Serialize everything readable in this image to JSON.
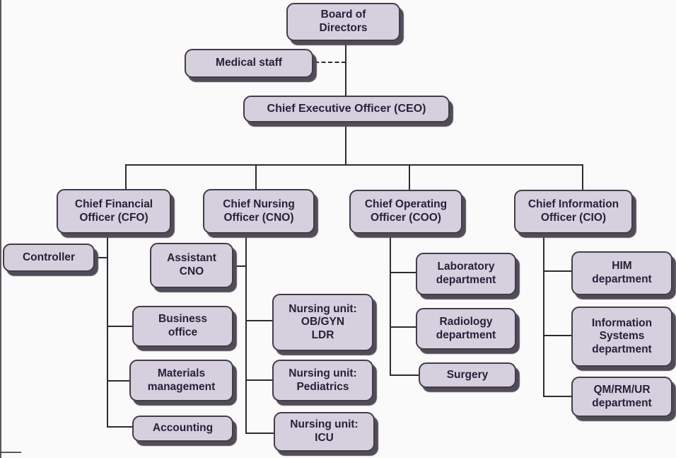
{
  "figure": {
    "type": "organizational-chart",
    "subject": "Hospital administration organizational structure"
  },
  "palette": {
    "background": "#fbfafb",
    "box_fill": "#d5cfde",
    "box_border": "#423d48",
    "box_shadow": "#514c58",
    "connector_line": "#2e2b33",
    "text": "#262239"
  },
  "nodes": {
    "board": {
      "label": "Board of\nDirectors"
    },
    "medical_staff": {
      "label": "Medical staff"
    },
    "ceo": {
      "label": "Chief Executive Officer (CEO)"
    },
    "cfo": {
      "label": "Chief Financial\nOfficer (CFO)"
    },
    "cno": {
      "label": "Chief Nursing\nOfficer (CNO)"
    },
    "coo": {
      "label": "Chief Operating\nOfficer (COO)"
    },
    "cio": {
      "label": "Chief Information\nOfficer (CIO)"
    },
    "controller": {
      "label": "Controller"
    },
    "assistant_cno": {
      "label": "Assistant\nCNO"
    },
    "business_office": {
      "label": "Business\noffice"
    },
    "materials_management": {
      "label": "Materials\nmanagement"
    },
    "accounting": {
      "label": "Accounting"
    },
    "nursing_obgyn": {
      "label": "Nursing unit:\nOB/GYN\nLDR"
    },
    "nursing_pediatrics": {
      "label": "Nursing unit:\nPediatrics"
    },
    "nursing_icu": {
      "label": "Nursing unit:\nICU"
    },
    "laboratory": {
      "label": "Laboratory\ndepartment"
    },
    "radiology": {
      "label": "Radiology\ndepartment"
    },
    "surgery": {
      "label": "Surgery"
    },
    "him": {
      "label": "HIM\ndepartment"
    },
    "info_systems": {
      "label": "Information\nSystems\ndepartment"
    },
    "qmrmur": {
      "label": "QM/RM/UR\ndepartment"
    }
  },
  "edges": [
    {
      "from": "board",
      "to": "ceo",
      "style": "solid"
    },
    {
      "from": "medical_staff",
      "to": "board-ceo-connector",
      "style": "dashed"
    },
    {
      "from": "ceo",
      "to": "cfo",
      "style": "solid"
    },
    {
      "from": "ceo",
      "to": "cno",
      "style": "solid"
    },
    {
      "from": "ceo",
      "to": "coo",
      "style": "solid"
    },
    {
      "from": "ceo",
      "to": "cio",
      "style": "solid"
    },
    {
      "from": "cfo",
      "to": "controller",
      "style": "solid"
    },
    {
      "from": "cfo",
      "to": "business_office",
      "style": "solid"
    },
    {
      "from": "cfo",
      "to": "materials_management",
      "style": "solid"
    },
    {
      "from": "cfo",
      "to": "accounting",
      "style": "solid"
    },
    {
      "from": "cno",
      "to": "assistant_cno",
      "style": "solid"
    },
    {
      "from": "cno",
      "to": "nursing_obgyn",
      "style": "solid"
    },
    {
      "from": "cno",
      "to": "nursing_pediatrics",
      "style": "solid"
    },
    {
      "from": "cno",
      "to": "nursing_icu",
      "style": "solid"
    },
    {
      "from": "coo",
      "to": "laboratory",
      "style": "solid"
    },
    {
      "from": "coo",
      "to": "radiology",
      "style": "solid"
    },
    {
      "from": "coo",
      "to": "surgery",
      "style": "solid"
    },
    {
      "from": "cio",
      "to": "him",
      "style": "solid"
    },
    {
      "from": "cio",
      "to": "info_systems",
      "style": "solid"
    },
    {
      "from": "cio",
      "to": "qmrmur",
      "style": "solid"
    }
  ]
}
